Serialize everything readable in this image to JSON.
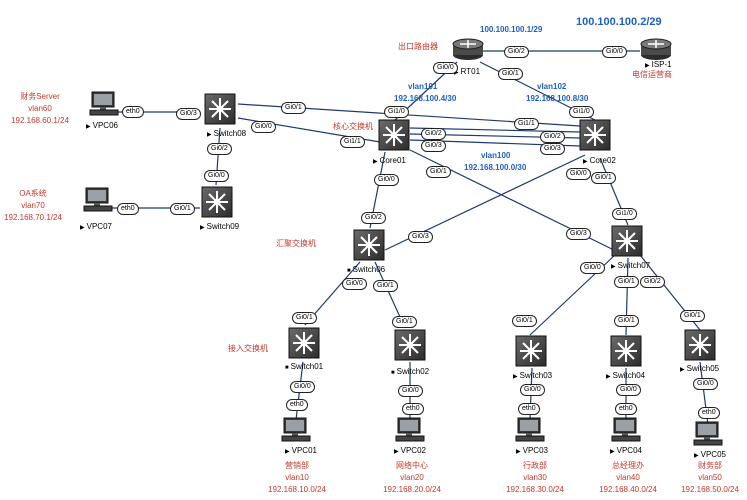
{
  "devices": {
    "rt01": "RT01",
    "isp1": "ISP-1",
    "core01": "Core01",
    "core02": "Core02",
    "switch08": "Switch08",
    "switch09": "Switch09",
    "switch06": "Switch06",
    "switch07": "Switch07",
    "switch01": "Switch01",
    "switch02": "Switch02",
    "switch03": "Switch03",
    "switch04": "Switch04",
    "switch05": "Switch05",
    "vpc06": "VPC06",
    "vpc07": "VPC07",
    "vpc01": "VPC01",
    "vpc02": "VPC02",
    "vpc03": "VPC03",
    "vpc04": "VPC04",
    "vpc05": "VPC05"
  },
  "roles": {
    "export_router": "出口路由器",
    "core_switch": "核心交换机",
    "aggregation_switch": "汇聚交换机",
    "access_switch": "接入交换机",
    "isp_name": "电信运营商"
  },
  "subnets": {
    "rt_isp_left": "100.100.100.1/29",
    "rt_isp_right": "100.100.100.2/29",
    "vlan101": "vlan101",
    "vlan101_net": "192.168.100.4/30",
    "vlan102": "vlan102",
    "vlan102_net": "192.168.100.8/30",
    "vlan100": "vlan100",
    "vlan100_net": "192.168.100.0/30"
  },
  "departments": {
    "finance_server": {
      "name": "财务Server",
      "vlan": "vlan60",
      "net": "192.168.60.1/24"
    },
    "oa": {
      "name": "OA系统",
      "vlan": "vlan70",
      "net": "192.168.70.1/24"
    },
    "sales": {
      "name": "营销部",
      "vlan": "vlan10",
      "net": "192.168.10.0/24"
    },
    "netcenter": {
      "name": "网络中心",
      "vlan": "vlan20",
      "net": "192.168.20.0/24"
    },
    "admin": {
      "name": "行政部",
      "vlan": "vlan30",
      "net": "192.168.30.0/24"
    },
    "gm": {
      "name": "总经理办",
      "vlan": "vlan40",
      "net": "192.168.40.0/24"
    },
    "finance": {
      "name": "财务部",
      "vlan": "vlan50",
      "net": "192.168.50.0/24"
    }
  },
  "ports": {
    "rt_g00": "Gi0/0",
    "rt_g01": "Gi0/1",
    "rt_g02": "Gi0/2",
    "isp_g00": "Gi0/0",
    "core01_g10": "Gi1/0",
    "core01_g11": "Gi1/1",
    "core01_g02": "Gi0/2",
    "core01_g03": "Gi0/3",
    "core01_g00": "Gi0/0",
    "core01_g01": "Gi0/1",
    "core02_g10": "Gi1/0",
    "core02_g11": "Gi1/1",
    "core02_g02": "Gi0/2",
    "core02_g03": "Gi0/3",
    "core02_g00": "Gi0/0",
    "core02_g01": "Gi0/1",
    "sw08_g03": "Gi0/3",
    "sw08_g01": "Gi0/1",
    "sw08_g00": "Gi0/0",
    "sw08_g02": "Gi0/2",
    "sw09_g00": "Gi0/0",
    "sw09_g01": "Gi0/1",
    "sw06_g02": "Gi0/2",
    "sw06_g03": "Gi0/3",
    "sw06_g00": "Gi0/0",
    "sw06_g01": "Gi0/1",
    "sw07_g10": "Gi1/0",
    "sw07_g03": "Gi0/3",
    "sw07_g00": "Gi0/0",
    "sw07_g01": "Gi0/1",
    "sw07_g02": "Gi0/2",
    "sw01_g01": "Gi0/1",
    "sw01_g00": "Gi0/0",
    "sw02_g01": "Gi0/1",
    "sw02_g00": "Gi0/0",
    "sw03_g01": "Gi0/1",
    "sw03_g00": "Gi0/0",
    "sw04_g01": "Gi0/1",
    "sw04_g00": "Gi0/0",
    "sw05_g01": "Gi0/1",
    "sw05_g00": "Gi0/0",
    "eth0": "eth0"
  },
  "colors": {
    "line": "#1e3a6e",
    "red_text": "#c0392b",
    "blue_text": "#1f5fbf",
    "switch_body": "#404040"
  }
}
